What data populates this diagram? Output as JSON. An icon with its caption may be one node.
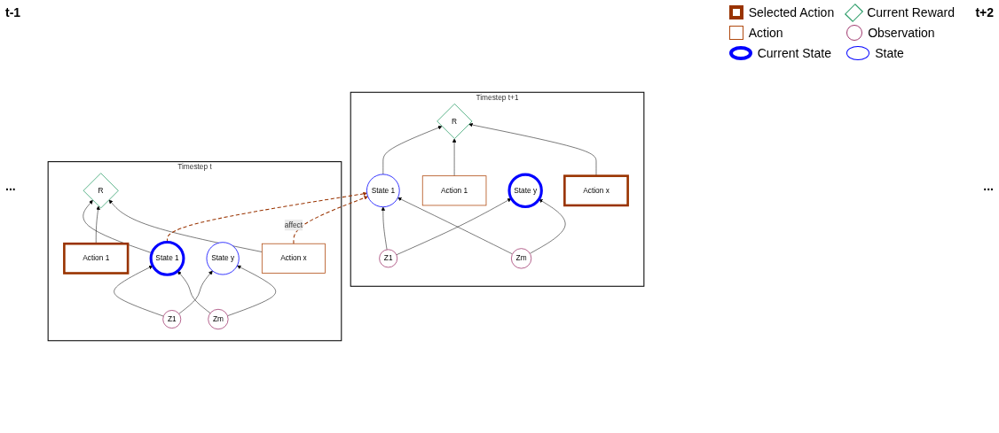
{
  "diagram": {
    "nodes": [
      {
        "text": [
          "Timestep t"
        ]
      },
      {
        "text": [
          "State 1"
        ],
        "in": 0
      },
      {
        "text": [
          "State y"
        ],
        "in": 0
      },
      {
        "text": [
          "R"
        ],
        "in": 0
      },
      {
        "text": [
          "Z1"
        ],
        "in": 0
      },
      {
        "text": [
          "Zm"
        ],
        "in": 0
      },
      {
        "text": [
          "Action 1"
        ],
        "in": 0
      },
      {
        "text": [
          "Action x"
        ],
        "in": 0
      },
      {
        "text": [
          "Timestep t+1"
        ]
      },
      {
        "text": [
          "State 1"
        ],
        "in": 8
      },
      {
        "text": [
          "State y"
        ],
        "in": 8
      },
      {
        "text": [
          "R"
        ],
        "in": 8
      },
      {
        "text": [
          "Z1"
        ],
        "in": 8
      },
      {
        "text": [
          "Zm"
        ],
        "in": 8
      },
      {
        "text": [
          "Action 1"
        ],
        "in": 8
      },
      {
        "text": [
          "Action x"
        ],
        "in": 8
      }
    ],
    "edges": [
      {
        "from": 4,
        "to": 1,
        "arrow": "to"
      },
      {
        "from": 4,
        "to": 2,
        "arrow": "to"
      },
      {
        "from": 5,
        "to": 1,
        "arrow": "to"
      },
      {
        "from": 5,
        "to": 2,
        "arrow": "to"
      },
      {
        "from": 1,
        "to": 3,
        "arrow": "to"
      },
      {
        "from": 6,
        "to": 3,
        "arrow": "to"
      },
      {
        "from": 7,
        "to": 3,
        "arrow": "to"
      },
      {
        "from": 1,
        "to": 9,
        "arrow": "to",
        "style": "dashed",
        "color": "#993300"
      },
      {
        "from": 7,
        "to": 9,
        "arrow": "to",
        "label": "affect",
        "style": "dashed",
        "color": "#993300"
      },
      {
        "from": 12,
        "to": 9,
        "arrow": "to"
      },
      {
        "from": 12,
        "to": 10,
        "arrow": "to"
      },
      {
        "from": 13,
        "to": 9,
        "arrow": "to"
      },
      {
        "from": 13,
        "to": 10,
        "arrow": "to"
      },
      {
        "from": 9,
        "to": 11,
        "arrow": "to"
      },
      {
        "from": 14,
        "to": 11,
        "arrow": "to"
      },
      {
        "from": 15,
        "to": 11,
        "arrow": "to"
      }
    ],
    "labels": [
      "t-1",
      "...",
      "t+2",
      "..."
    ],
    "legend": [
      {
        "text": "Selected Action"
      },
      {
        "text": "Current Reward"
      },
      {
        "text": "Action"
      },
      {
        "text": "Observation"
      },
      {
        "text": "Current State"
      },
      {
        "text": "State"
      }
    ]
  }
}
